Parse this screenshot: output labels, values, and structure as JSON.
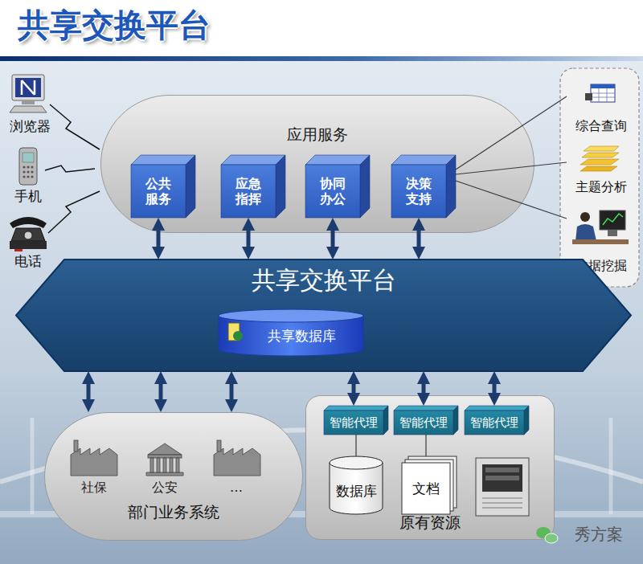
{
  "diagram": {
    "title": "共享交换平台",
    "nodes": [
      {
        "text": [
          "应用服务"
        ]
      },
      {
        "text": [
          "公共 服务"
        ],
        "in": 0
      },
      {
        "text": [
          "应急 指挥"
        ],
        "in": 0
      },
      {
        "text": [
          "协同 办公"
        ],
        "in": 0
      },
      {
        "text": [
          "决策 支持"
        ],
        "in": 0
      },
      {
        "text": [
          "综合查询"
        ]
      },
      {
        "text": [
          "主题分析"
        ]
      },
      {
        "text": [
          "数据挖掘"
        ]
      },
      {
        "text": [
          "共享交换平台"
        ]
      },
      {
        "text": [
          "共享数据库"
        ],
        "in": 8
      },
      {
        "text": [
          "部门业务系统"
        ]
      },
      {
        "text": [
          "原有资源"
        ]
      },
      {
        "text": [
          "智能代理"
        ],
        "in": 11
      },
      {
        "text": [
          "智能代理"
        ],
        "in": 11
      },
      {
        "text": [
          "智能代理"
        ],
        "in": 11
      },
      {
        "text": [
          "数据库"
        ],
        "in": 11
      },
      {
        "text": [
          "文档"
        ],
        "in": 11
      }
    ],
    "edges": [
      {
        "from": 1,
        "to": 8,
        "arrow": "both"
      },
      {
        "from": 2,
        "to": 8,
        "arrow": "both"
      },
      {
        "from": 3,
        "to": 8,
        "arrow": "both"
      },
      {
        "from": 4,
        "to": 8,
        "arrow": "both"
      },
      {
        "from": 4,
        "to": 5,
        "arrow": "none"
      },
      {
        "from": 4,
        "to": 6,
        "arrow": "none"
      },
      {
        "from": 4,
        "to": 7,
        "arrow": "none"
      },
      {
        "from": 8,
        "to": 10,
        "arrow": "both"
      },
      {
        "from": 8,
        "to": 10,
        "arrow": "both"
      },
      {
        "from": 8,
        "to": 10,
        "arrow": "both"
      },
      {
        "from": 8,
        "to": 12,
        "arrow": "both"
      },
      {
        "from": 8,
        "to": 13,
        "arrow": "both"
      },
      {
        "from": 8,
        "to": 14,
        "arrow": "both"
      },
      {
        "from": 12,
        "to": 15,
        "arrow": "none"
      },
      {
        "from": 13,
        "to": 16,
        "arrow": "none"
      }
    ],
    "labels": [
      "浏览器",
      "手机",
      "电话",
      "社保",
      "公安",
      "…",
      "秀方案"
    ]
  }
}
